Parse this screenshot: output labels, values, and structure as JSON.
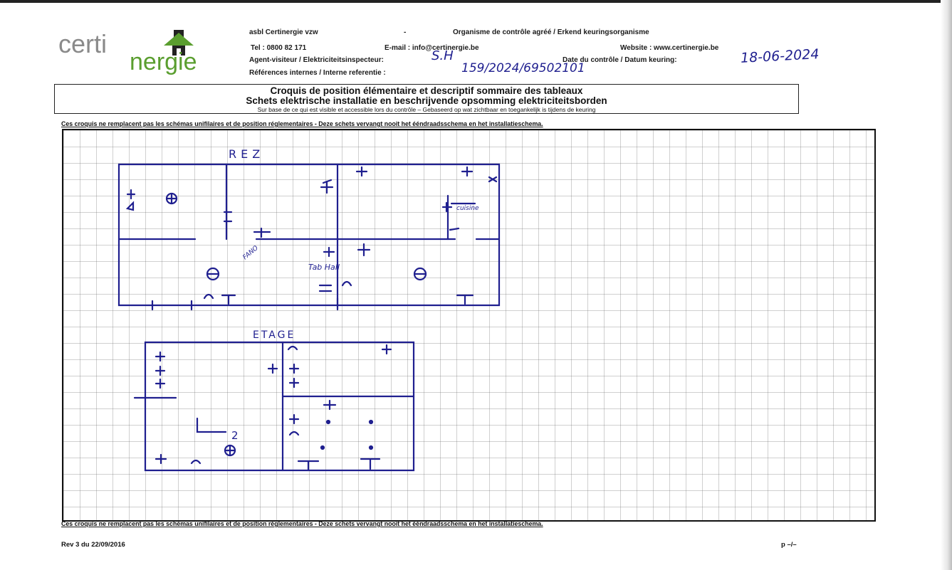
{
  "brand": {
    "logo_text_top": "certi",
    "logo_text_bottom": "nergie"
  },
  "header": {
    "org": "asbl Certinergie vzw",
    "dash": "-",
    "approved": "Organisme de contrôle agréé / Erkend keuringsorganisme",
    "tel": "Tel : 0800 82 171",
    "email": "E-mail : info@certinergie.be",
    "website": "Website : www.certinergie.be",
    "agent_label": "Agent-visiteur / Elektriciteitsinspecteur:",
    "agent_value": "S.H",
    "date_label": "Date du contrôle / Datum keuring:",
    "date_value": "18-06-2024",
    "ref_label": "Références internes / Interne referentie :",
    "ref_value": "159/2024/69502101"
  },
  "title": {
    "line1": "Croquis de position élémentaire et descriptif sommaire des tableaux",
    "line2": "Schets elektrische installatie en beschrijvende opsomming elektriciteitsborden",
    "line3": "Sur base de ce qui est visible et accessible lors du contrôle – Gebaseerd op wat zichtbaar en toegankelijk is tijdens de keuring"
  },
  "notice": "Ces croquis ne remplacent pas les schémas unifilaires et de position réglementaires - Deze schets vervangt nooit het ééndraadsschema en het installatieschema.",
  "sketch": {
    "floor_ground": "REZ",
    "floor_upper": "ETAGE",
    "label_tableau_hall": "Tab Hall",
    "label_cuisine": "cuisine",
    "label_fan": "FANO",
    "label_two": "2"
  },
  "footer": {
    "rev": "Rev 3 du 22/09/2016",
    "page": "p –/–"
  },
  "colors": {
    "ink": "#1f1f8f",
    "grid": "#9a9a9a",
    "brand_green": "#5a9e2f",
    "brand_gray": "#8a8a8a"
  }
}
